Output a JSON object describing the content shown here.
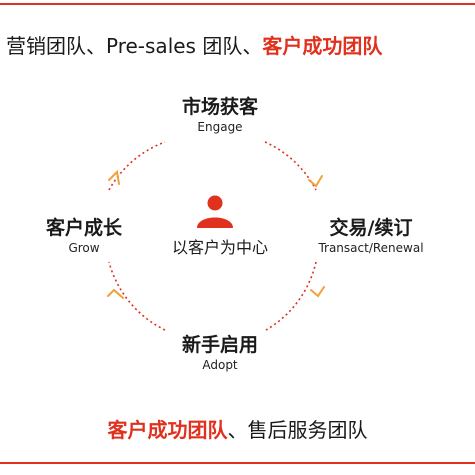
{
  "top_caption": {
    "part1": "营销团队、Pre-sales 团队、",
    "part2": "客户成功团队"
  },
  "bottom_caption": {
    "part1": "客户成功团队",
    "part2": "、售后服务团队"
  },
  "center": {
    "icon": "person-icon",
    "label": "以客户为中心"
  },
  "stages": {
    "top": {
      "zh": "市场获客",
      "en": "Engage"
    },
    "right": {
      "zh": "交易/续订",
      "en": "Transact/Renewal"
    },
    "bottom": {
      "zh": "新手启用",
      "en": "Adopt"
    },
    "left": {
      "zh": "客户成长",
      "en": "Grow"
    }
  },
  "colors": {
    "accent": "#e0301e",
    "arrow": "#f2a03a"
  }
}
